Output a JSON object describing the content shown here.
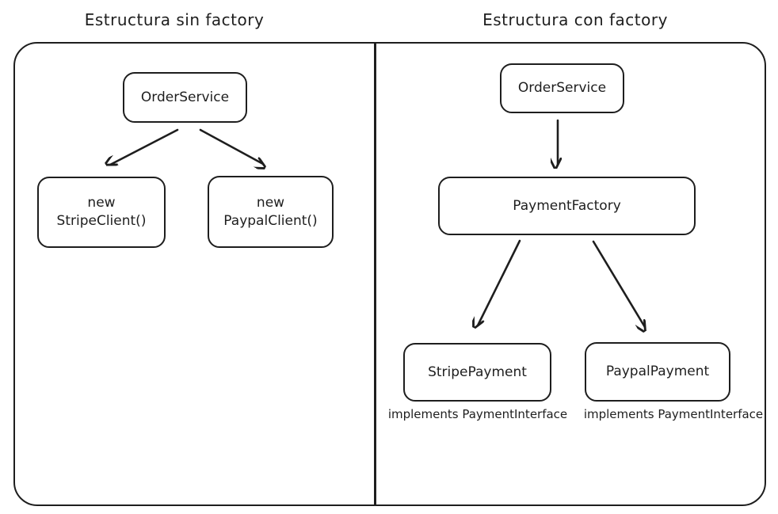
{
  "panels": {
    "left": {
      "title": "Estructura sin factory",
      "nodes": {
        "order_service": {
          "label": "OrderService"
        },
        "stripe_client": {
          "line1": "new",
          "line2": "StripeClient()"
        },
        "paypal_client": {
          "line1": "new",
          "line2": "PaypalClient()"
        }
      }
    },
    "right": {
      "title": "Estructura con factory",
      "nodes": {
        "order_service": {
          "label": "OrderService"
        },
        "payment_factory": {
          "label": "PaymentFactory"
        },
        "stripe_payment": {
          "label": "StripePayment",
          "caption": "implements PaymentInterface"
        },
        "paypal_payment": {
          "label": "PaypalPayment",
          "caption": "implements PaymentInterface"
        }
      }
    }
  },
  "colors": {
    "stroke": "#1e1e1e",
    "background": "#ffffff"
  }
}
